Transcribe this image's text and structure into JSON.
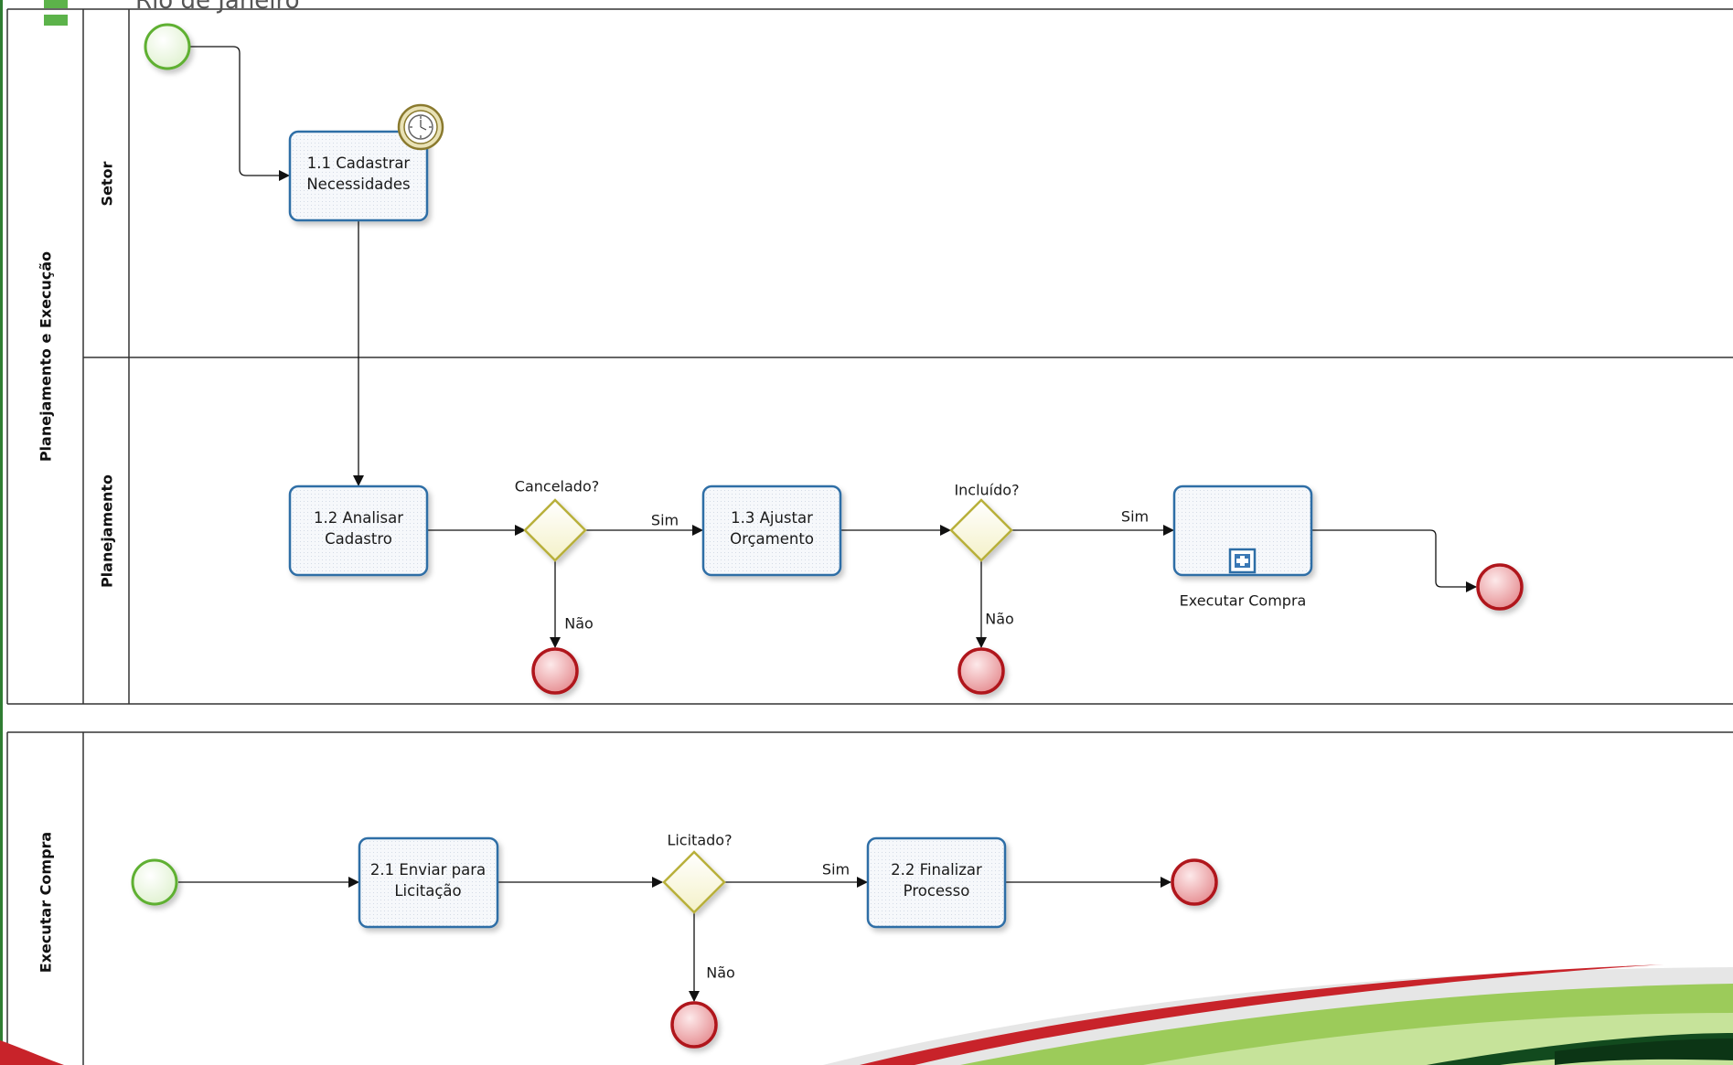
{
  "header": {
    "title": "Rio de Janeiro"
  },
  "pools": [
    {
      "name": "Planejamento e Execução",
      "lanes": [
        "Setor",
        "Planejamento"
      ]
    },
    {
      "name": "Executar Compra"
    }
  ],
  "tasks": {
    "t11": "1.1 Cadastrar\nNecessidades",
    "t12": "1.2 Analisar\nCadastro",
    "t13": "1.3 Ajustar\nOrçamento",
    "t21": "2.1 Enviar para\nLicitação",
    "t22": "2.2 Finalizar\nProcesso"
  },
  "subprocess": {
    "label": "Executar Compra"
  },
  "gateways": {
    "g1": "Cancelado?",
    "g2": "Incluído?",
    "g3": "Licitado?"
  },
  "flow_labels": {
    "sim1": "Sim",
    "nao1": "Não",
    "sim2": "Sim",
    "nao2": "Não",
    "sim3": "Sim",
    "nao3": "Não"
  },
  "colors": {
    "lane_line": "#333333",
    "task_stroke": "#2e6ea6",
    "start_stroke": "#5fb030",
    "end_stroke": "#b0161b",
    "gateway_stroke": "#b8b03a",
    "swoosh_red": "#c8232a",
    "swoosh_green": "#8cc63f",
    "swoosh_dark": "#124a1e"
  }
}
